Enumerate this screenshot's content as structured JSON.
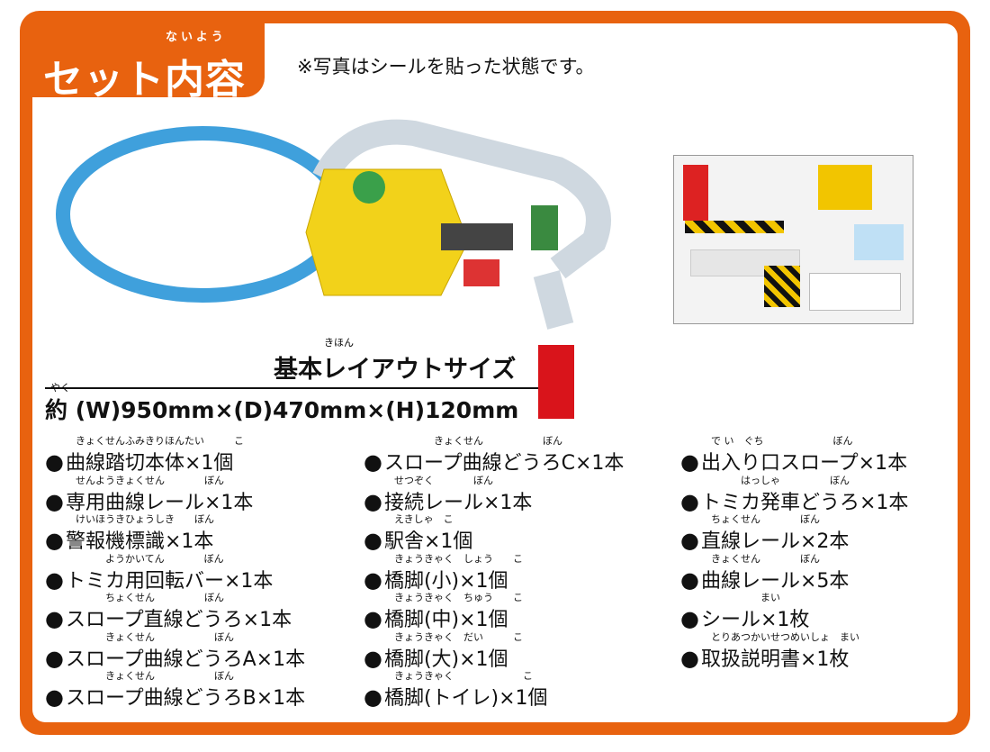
{
  "header": {
    "title": "セット内容",
    "title_reading": "ないよう",
    "note": "※写真はシールを貼った状態です。"
  },
  "layout_size": {
    "heading": "基本レイアウトサイズ",
    "heading_reading": "きほん",
    "prefix": "約",
    "prefix_reading": "やく",
    "dimensions": "(W)950mm×(D)470mm×(H)120mm"
  },
  "items": [
    {
      "text": "曲線踏切本体×1個",
      "reading": "きょくせんふみきりほんたい　　　こ"
    },
    {
      "text": "専用曲線レール×1本",
      "reading": "せんようきょくせん　　　　ぼん"
    },
    {
      "text": "警報機標識×1本",
      "reading": "けいほうきひょうしき　　ぼん"
    },
    {
      "text": "トミカ用回転バー×1本",
      "reading": "　　　ようかいてん　　　　ぼん"
    },
    {
      "text": "スロープ直線どうろ×1本",
      "reading": "　　　ちょくせん　　　　　ぼん"
    },
    {
      "text": "スロープ曲線どうろA×1本",
      "reading": "　　　きょくせん　　　　　　ぼん"
    },
    {
      "text": "スロープ曲線どうろB×1本",
      "reading": "　　　きょくせん　　　　　　ぼん"
    },
    {
      "text": "スロープ曲線どうろC×1本",
      "reading": "　　　　きょくせん　　　　　　ぼん"
    },
    {
      "text": "接続レール×1本",
      "reading": "せつぞく　　　　ぼん"
    },
    {
      "text": "駅舎×1個",
      "reading": "えきしゃ　こ"
    },
    {
      "text": "橋脚(小)×1個",
      "reading": "きょうきゃく　しょう　　こ"
    },
    {
      "text": "橋脚(中)×1個",
      "reading": "きょうきゃく　ちゅう　　こ"
    },
    {
      "text": "橋脚(大)×1個",
      "reading": "きょうきゃく　だい　　　こ"
    },
    {
      "text": "橋脚(トイレ)×1個",
      "reading": "きょうきゃく　　　　　　　こ"
    },
    {
      "text": "出入り口スロープ×1本",
      "reading": "で い　ぐち　　　　　　　ぼん"
    },
    {
      "text": "トミカ発車どうろ×1本",
      "reading": "　　　はっしゃ　　　　　ぼん"
    },
    {
      "text": "直線レール×2本",
      "reading": "ちょくせん　　　　ぼん"
    },
    {
      "text": "曲線レール×5本",
      "reading": "きょくせん　　　　ぼん"
    },
    {
      "text": "シール×1枚",
      "reading": "　　　　　まい"
    },
    {
      "text": "取扱説明書×1枚",
      "reading": "とりあつかいせつめいしょ　まい"
    }
  ],
  "colors": {
    "frame": "#E8620F",
    "accent_red": "#D9141B",
    "track_blue": "#3FA0DC",
    "base_yellow": "#F2D21A"
  }
}
